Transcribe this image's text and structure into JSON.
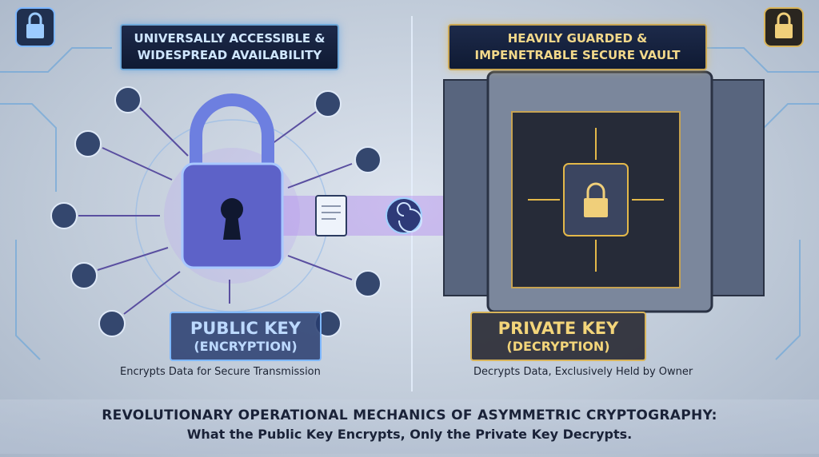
{
  "left_panel": {
    "banner": [
      "UNIVERSALLY ACCESSIBLE &",
      "WIDESPREAD AVAILABILITY"
    ],
    "key_title": "PUBLIC KEY",
    "key_subtitle": "(ENCRYPTION)",
    "caption": "Encrypts Data for Secure Transmission"
  },
  "right_panel": {
    "banner": [
      "HEAVILY GUARDED &",
      "IMPENETRABLE SECURE VAULT"
    ],
    "key_title": "PRIVATE KEY",
    "key_subtitle": "(DECRYPTION)",
    "caption": "Decrypts Data, Exclusively Held by Owner"
  },
  "footer": {
    "headline": "REVOLUTIONARY OPERATIONAL MECHANICS OF ASYMMETRIC CRYPTOGRAPHY:",
    "subline": "What the Public Key Encrypts, Only the Private Key Decrypts."
  },
  "colors": {
    "public": "#7fb8ff",
    "private": "#d8b45a",
    "navy": "#1d2a4a"
  }
}
